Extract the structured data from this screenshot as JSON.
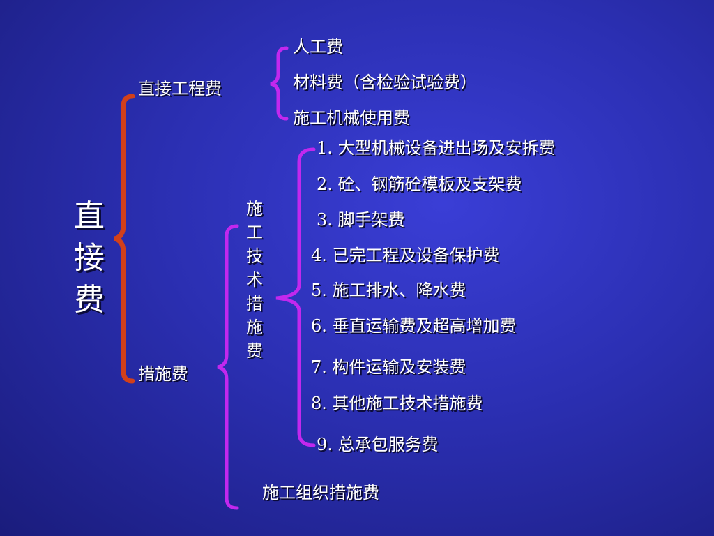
{
  "root": "直接费",
  "branch1": {
    "label": "直接工程费",
    "items": [
      "人工费",
      "材料费（含检验试验费）",
      "施工机械使用费"
    ]
  },
  "branch2": {
    "label": "措施费",
    "sub_technical": {
      "label": "施工技术措施费",
      "items": [
        "1. 大型机械设备进出场及安拆费",
        "2. 砼、钢筋砼模板及支架费",
        "3. 脚手架费",
        "4. 已完工程及设备保护费",
        "5. 施工排水、降水费",
        "6. 垂直运输费及超高增加费",
        "7. 构件运输及安装费",
        "8. 其他施工技术措施费",
        "9. 总承包服务费"
      ]
    },
    "sub_organization": {
      "label": "施工组织措施费"
    }
  },
  "colors": {
    "brace_root": "#d2401a",
    "brace_level2": "#c228ee",
    "background": "#2b2fb2",
    "text": "#ffffff"
  }
}
